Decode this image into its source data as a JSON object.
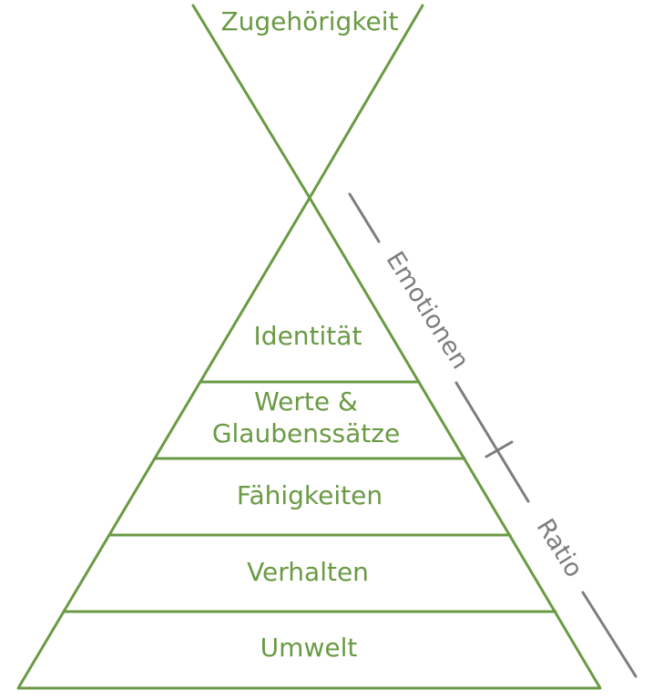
{
  "diagram": {
    "top_label": "Zugehörigkeit",
    "levels": [
      {
        "label_lines": [
          "Identität"
        ]
      },
      {
        "label_lines": [
          "Werte &",
          "Glaubenssätze"
        ]
      },
      {
        "label_lines": [
          "Fähigkeiten"
        ]
      },
      {
        "label_lines": [
          "Verhalten"
        ]
      },
      {
        "label_lines": [
          "Umwelt"
        ]
      }
    ],
    "side_scale": {
      "upper_label": "Emotionen",
      "lower_label": "Ratio"
    },
    "colors": {
      "pyramid": "#6a9a44",
      "scale": "#7d7d7d"
    }
  }
}
